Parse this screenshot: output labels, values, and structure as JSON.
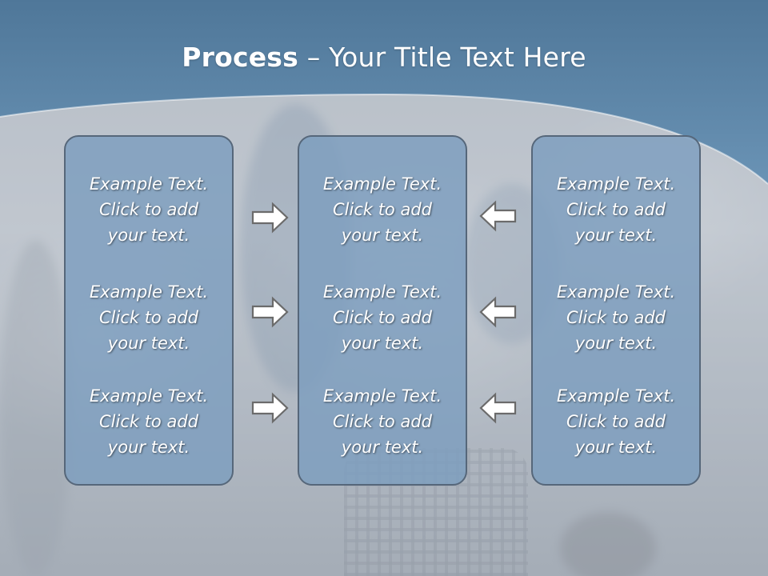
{
  "slide": {
    "title_bold": "Process",
    "title_separator": " – ",
    "title_rest": "Your Title Text Here"
  },
  "columns": [
    {
      "items": [
        {
          "line1": "Example Text.",
          "line2": "Click  to add",
          "line3": "your text."
        },
        {
          "line1": "Example Text.",
          "line2": "Click  to add",
          "line3": "your text."
        },
        {
          "line1": "Example Text.",
          "line2": "Click  to add",
          "line3": "your text."
        }
      ]
    },
    {
      "items": [
        {
          "line1": "Example Text.",
          "line2": "Click  to add",
          "line3": "your text."
        },
        {
          "line1": "Example Text.",
          "line2": "Click  to add",
          "line3": "your text."
        },
        {
          "line1": "Example Text.",
          "line2": "Click  to add",
          "line3": "your text."
        }
      ]
    },
    {
      "items": [
        {
          "line1": "Example Text.",
          "line2": "Click  to add",
          "line3": "your text."
        },
        {
          "line1": "Example Text.",
          "line2": "Click  to add",
          "line3": "your text."
        },
        {
          "line1": "Example Text.",
          "line2": "Click  to add",
          "line3": "your text."
        }
      ]
    }
  ],
  "arrows": {
    "left_group_direction": "right",
    "right_group_direction": "left",
    "icon": "hollow-block-arrow-icon"
  },
  "colors": {
    "header_blue": "#5d86a8",
    "box_fill": "#7d9dbe",
    "box_border": "#56677a",
    "text": "#ffffff",
    "arrow_outline": "#6b6b6b"
  }
}
